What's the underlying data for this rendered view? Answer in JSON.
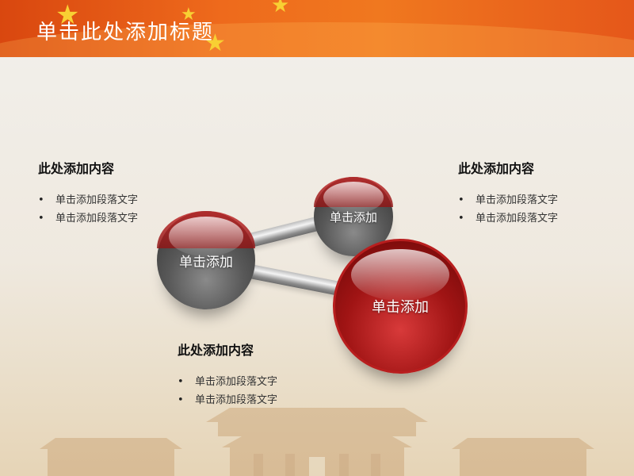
{
  "slide": {
    "title": "单击此处添加标题"
  },
  "blocks": [
    {
      "heading": "此处添加内容",
      "bullets": [
        "单击添加段落文字",
        "单击添加段落文字"
      ]
    },
    {
      "heading": "此处添加内容",
      "bullets": [
        "单击添加段落文字",
        "单击添加段落文字"
      ]
    },
    {
      "heading": "此处添加内容",
      "bullets": [
        "单击添加段落文字",
        "单击添加段落文字"
      ]
    }
  ],
  "spheres": {
    "left": "单击添加",
    "top": "单击添加",
    "big": "单击添加"
  },
  "colors": {
    "header_orange": "#ee6a1c",
    "star_yellow": "#f8d033",
    "sphere_red": "#a01414",
    "sphere_gray": "#585858"
  },
  "icons": {
    "header_decoration": "star-icon",
    "bullet": "bullet-dot"
  }
}
